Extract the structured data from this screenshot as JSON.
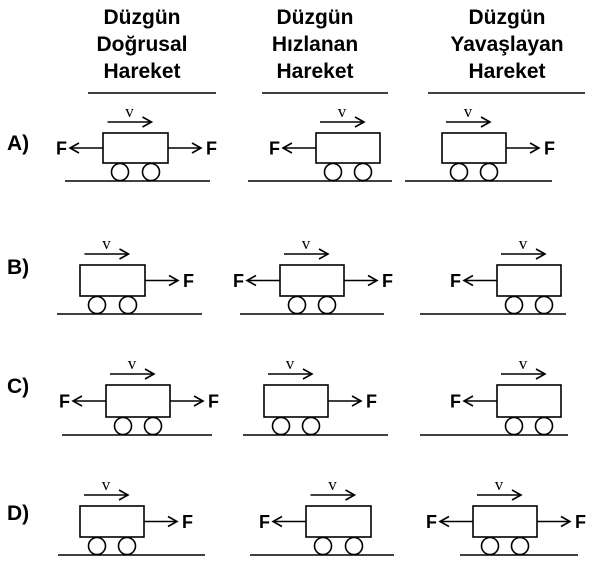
{
  "columns": [
    {
      "lines": [
        "Düzgün",
        "Doğrusal",
        "Hareket"
      ]
    },
    {
      "lines": [
        "Düzgün",
        "Hızlanan",
        "Hareket"
      ]
    },
    {
      "lines": [
        "Düzgün",
        "Yavaşlayan",
        "Hareket"
      ]
    }
  ],
  "velocity_label": "v",
  "force_label": "F",
  "options": [
    {
      "label": "A)",
      "cells": [
        {
          "forces": [
            "left",
            "right"
          ]
        },
        {
          "forces": [
            "left"
          ]
        },
        {
          "forces": [
            "right"
          ]
        }
      ]
    },
    {
      "label": "B)",
      "cells": [
        {
          "forces": [
            "right"
          ]
        },
        {
          "forces": [
            "left",
            "right"
          ]
        },
        {
          "forces": [
            "left"
          ]
        }
      ]
    },
    {
      "label": "C)",
      "cells": [
        {
          "forces": [
            "left",
            "right"
          ]
        },
        {
          "forces": [
            "right"
          ]
        },
        {
          "forces": [
            "left"
          ]
        }
      ]
    },
    {
      "label": "D)",
      "cells": [
        {
          "forces": [
            "right"
          ]
        },
        {
          "forces": [
            "left"
          ]
        },
        {
          "forces": [
            "left",
            "right"
          ]
        }
      ]
    }
  ]
}
